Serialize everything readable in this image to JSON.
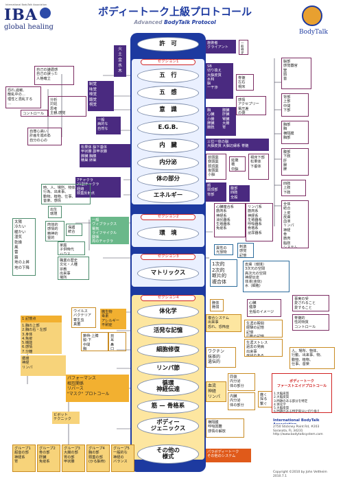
{
  "header": {
    "logo_main": "IBA",
    "logo_small_top": "International BodyTalk Association",
    "logo_sub": "global healing",
    "title": "ボディートーク上級プロトコール",
    "subtitle_a": "Advanced",
    "subtitle_b": "BodyTalk Protocol",
    "right_logo": "BodyTalk"
  },
  "spine": {
    "top": "許　可",
    "section1": "セクション1",
    "s1_items": [
      "五　行",
      "五　感",
      "意　識",
      "E.G.B.",
      "内　臓",
      "内分泌",
      "体の部分",
      "エネルギー"
    ],
    "section2": "セクション2",
    "s2_items": [
      "環　境"
    ],
    "section3": "セクション3",
    "s3_items": [
      "マトリックス"
    ],
    "section4": "セクション4",
    "s4_items": [
      "体化学",
      "活発な記憶",
      "細胞修復",
      "リンパ節",
      "循環\n神経伝達",
      "筋 — 骨格系",
      "ボディー\nジェニックス"
    ],
    "bottom": "その他の\n様式"
  },
  "boxes": {
    "permit": "施術者\nクライアント",
    "general1": "一般\n特定",
    "gogyo": "火\n土\n金\n水\n木",
    "senses_left": "自己の謙遜感\n自己の誤った\n人格確立",
    "senses_right": "制覚\n味覚\n嗅覚\n聴覚\n視覚",
    "emotion_left": "恐れ,過敏,\n散乱中の…\n理性と混乱する\n…",
    "emotion_mid": "分析\n対処\n思考\n主観,感覚",
    "control": "コントロール",
    "general_natural": "一般\n病的な\n自然な",
    "egb_left": "自尊心高い\n計画を進める\n自分の心の",
    "sb": "SB\n切り換え\n大脳皮質\n水和\n脳\n一干渉",
    "organs1": "胸\n心臓\n小腸\n脾臓\n膀胱",
    "organs2": "膵臓\n肝臓\n腎臓\n大腸\n胃",
    "nervous": "脊髄\n左右\n視床",
    "nervous2": "感情\nアクセプリー\n電圧差\nの側",
    "sankaku": "三位一体の脳\n大脳皮質 大脳辺縁系 脊髄",
    "endocrine_left": "松果体 脳下垂体\n甲状腺 副甲状腺\n膵臓 胸腺\n精巣 卵巣",
    "endocrine_mid": "前頭葉\n側頭葉\n頭頂葉\n後頭葉\n小脳",
    "endocrine_mid2": "延髄\n橋\n中脳",
    "endocrine_mid3": "視床下部\n松果体\n下垂体",
    "chakra": "7チャクラ\n21副チャクラ\n経絡\n頭蓋反射点",
    "bodypart_right": "腹部\n四肢\n全般",
    "bodypart_left": "顔\n頭頂部\n背部",
    "environment_list": "時、人、場所、物体、\n行為、出来事、\n動物、植物、仕事、\n音楽、感情",
    "env_general": "一般\nヴィブラックス\n電気\nライフサイクル\n関係\n周のチャクラ",
    "env_mid": "出生\n環境",
    "env_mid2": "肉体的\n感情的\n精神的\n霊的",
    "env_mid3": "保護\n統合",
    "env_mid4": "家庭\n子供時代\nハウス",
    "env_mid5": "職業の歴史\n文化・人種\n宗教\n出来事\n場所",
    "env_vertical": "太陽\n冷たい\n暖かい\n湿気\n乾燥\n風\n雷\n霧\n地の上昇\n地の下降",
    "matrix_center": "1次的\n2次的\n断片的\n複合体",
    "matrix_top": "異性の\n光放物",
    "matrix_top2": "刺激\n感覚\n記憶",
    "matrix_right": "皮膚（環境）\n3次元の空間\n高次元の空間\n神経伝達\n体液(液体)\n水（細胞）",
    "neuro_box": "心臓複合系\n筋肉系\n神経系\n消化器系\n生殖器系\n免疫系",
    "lymph_box": "リンパ系\n筋肉系\n神経系\n生殖器系\n呼吸器系\n骨格系\n泌尿器系",
    "viral": "ウイルス\nバクテリア\n寄生虫\n真菌",
    "micro": "微生物\n毒素\nアレルギー\n不耐症",
    "fragile": "脆体\n脆弱",
    "heart_box": "心臓\n健康\n全般のイメージ",
    "organs_box": "複合システム\n出来事\n恐れ、恐怖症",
    "memory_box": "生涯の瞬間\n経験の記憶\n記憶\n行動の記憶",
    "stress_box": "生涯ストレス\n過去の発病\n出来事\n症状のある",
    "cell_right": "ワクチン\n抹茶的\n遺伝的",
    "circ_left": "同側\n内分泌\n体の部分",
    "circ_left2": "血流\n神経\nリンパ",
    "circ_right": "内臓\n内分泌\n体の部分",
    "circ_right2": "撒く\n探る\n繋ぐ",
    "muscle": "横隔膜\n呼吸困難\n感情の解放",
    "bottom_red": "パラボディートーク\nその他のシステム",
    "right_person": "人、場所、物体、\n行動、出来事、物、\n動物、植物、\n仕事、音楽",
    "right_person2": "事実の受\n愛されること\n愛すること",
    "right_person3": "脊髄的\n性的特質\nコントロール",
    "right_column_top": "脳部\n感覚器官\n聖\n頭\n首",
    "right_column2": "背部\n上部\n中間\n下部",
    "right_column3": "胸部\n胸\n横隔膜\n胸部",
    "right_column4": "腹部\n下肢\n肝\n腸\n脾",
    "right_column5": "四肢\n上肢\n下肢",
    "right_column6": "全体\n結合\n上皮\n皮膚\n血液\nリンパ\n神経\n骨\n筋肉\n脂肪\nシステム",
    "bottom_left_header": "1 記憶点",
    "bottom_left_list": "1.胸の上部\n2.胸の右・左部\n3.身体\n4.免疫\n5.機能\n6.感情\n7.分離",
    "bottom_left2": "鎖骨-上膊\n脇-下\n中間\n胸",
    "bottom_left3": "目\n耳\n鼻\n口\n骨",
    "circ_list": "循環\n神経\nリンパ",
    "perf": "パフォーマンス\n相互関係\nリバース\n\"マスク\" プロトコール",
    "vitality": "ビボット\nテクニック",
    "groups": [
      "グループ1\n超音の部\n神経系\n胃",
      "グループ2\n骨の部\n肝臓\n免疫系",
      "グループ3\n大腸の部\n胃の部\n甲状腺",
      "グループ4\n胸の部\n頭蓋の部\n(かる脳骨)",
      "グループ5\n一般的な\n神経の\nバランス"
    ],
    "info_title": "ボディートーク\nファーストエイドプロトコール",
    "info_body": "1.大脳皮質\n2.大脳皮質\n3.問題のある部分を特定\n4.体化学\n5.大脳皮質\n6.問題のある特定部分に切り換え\n7.ちょとした記憶を特定\n8.体の反応を記憶",
    "association": "International BodyTalk Association",
    "address": "2750 Stickney Point Rd, #203\nSarasota, FL 34231\nhttp://www.bodytalksystem.com",
    "copyright": "Copyright ©2010 by John Veltheim\n2010.7.1"
  }
}
